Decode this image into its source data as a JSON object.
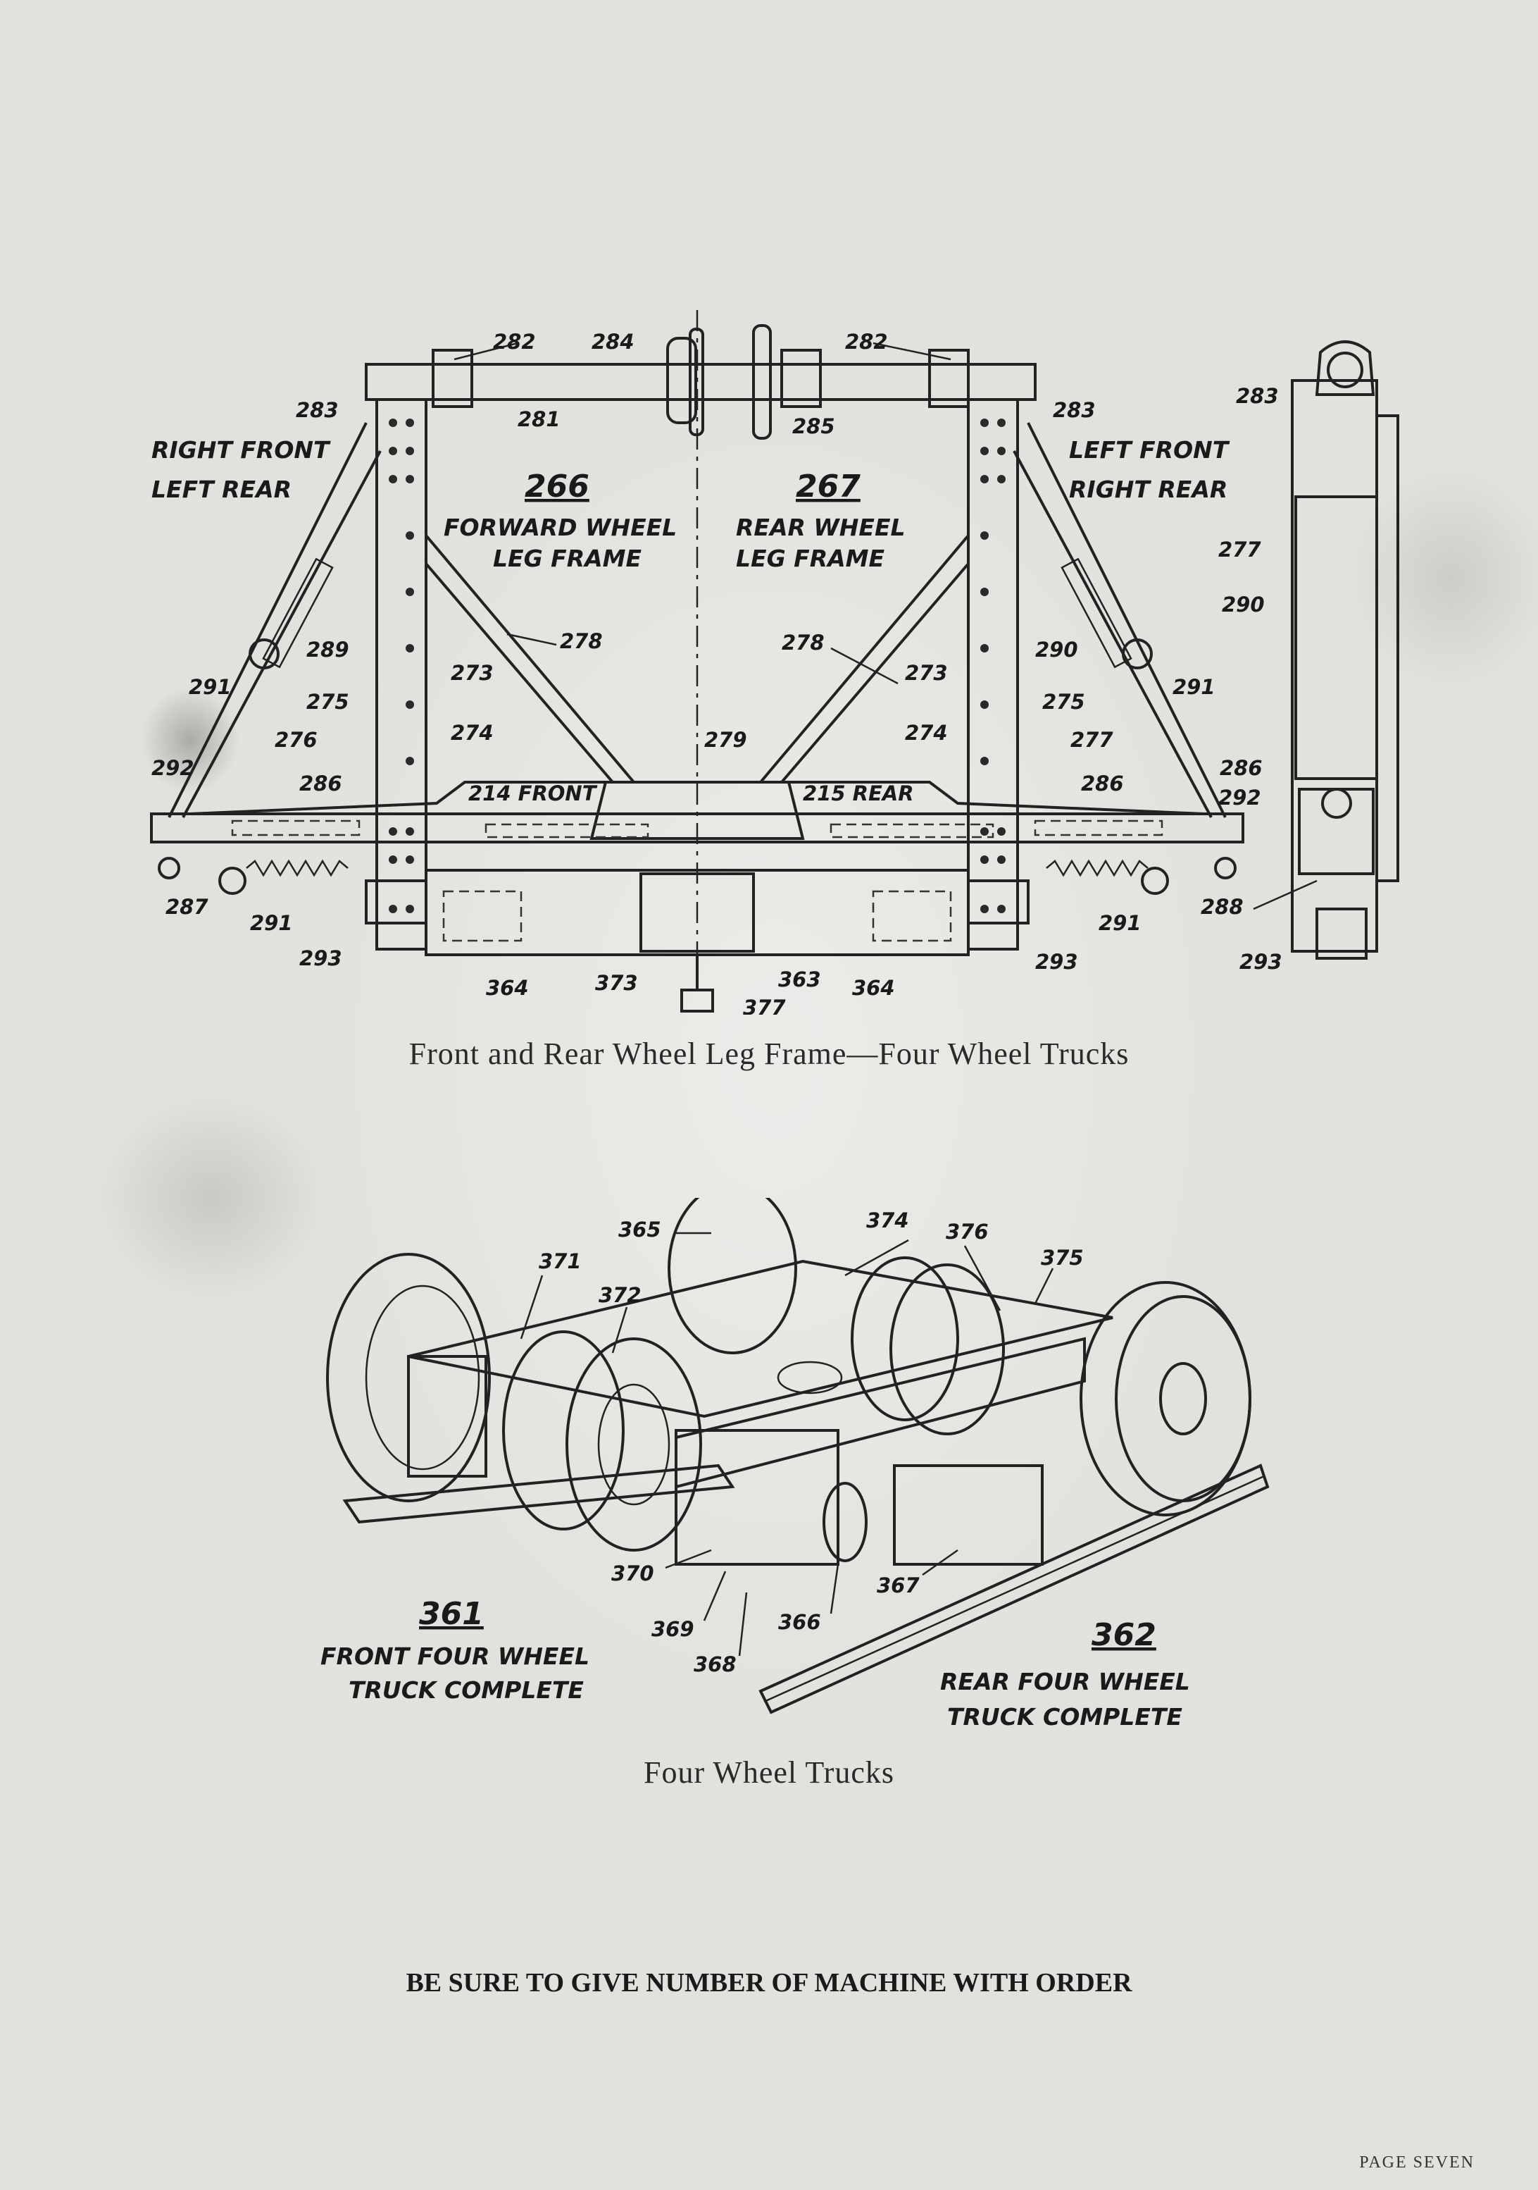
{
  "figure1": {
    "caption": "Front and Rear Wheel Leg Frame—Four Wheel Trucks",
    "left_labels": [
      "RIGHT FRONT",
      "LEFT REAR"
    ],
    "right_labels": [
      "LEFT FRONT",
      "RIGHT REAR"
    ],
    "frame_266": {
      "number": "266",
      "title": [
        "FORWARD WHEEL",
        "LEG FRAME"
      ]
    },
    "frame_267": {
      "number": "267",
      "title": [
        "REAR WHEEL",
        "LEG FRAME"
      ]
    },
    "sill_front": "214 FRONT",
    "sill_rear": "215 REAR",
    "part_numbers": {
      "p281": "281",
      "p282a": "282",
      "p282b": "282",
      "p283a": "283",
      "p283b": "283",
      "p283c": "283",
      "p284": "284",
      "p285": "285",
      "p278a": "278",
      "p278b": "278",
      "p273a": "273",
      "p273b": "273",
      "p274a": "274",
      "p274b": "274",
      "p275a": "275",
      "p275b": "275",
      "p276": "276",
      "p277a": "277",
      "p277b": "277",
      "p279": "279",
      "p286a": "286",
      "p286b": "286",
      "p286c": "286",
      "p287": "287",
      "p288": "288",
      "p289": "289",
      "p290a": "290",
      "p290b": "290",
      "p291a": "291",
      "p291b": "291",
      "p291c": "291",
      "p291d": "291",
      "p292a": "292",
      "p292b": "292",
      "p293a": "293",
      "p293b": "293",
      "p293c": "293",
      "p363": "363",
      "p364a": "364",
      "p364b": "364",
      "p373": "373",
      "p377": "377"
    }
  },
  "figure2": {
    "caption": "Four Wheel Trucks",
    "truck_361": {
      "number": "361",
      "title": [
        "FRONT FOUR WHEEL",
        "TRUCK COMPLETE"
      ]
    },
    "truck_362": {
      "number": "362",
      "title": [
        "REAR FOUR WHEEL",
        "TRUCK COMPLETE"
      ]
    },
    "part_numbers": {
      "p365": "365",
      "p366": "366",
      "p367": "367",
      "p368": "368",
      "p369": "369",
      "p370": "370",
      "p371": "371",
      "p372": "372",
      "p374": "374",
      "p375": "375",
      "p376": "376"
    }
  },
  "notice": "BE SURE TO GIVE NUMBER OF MACHINE WITH ORDER",
  "page_number": "PAGE SEVEN"
}
